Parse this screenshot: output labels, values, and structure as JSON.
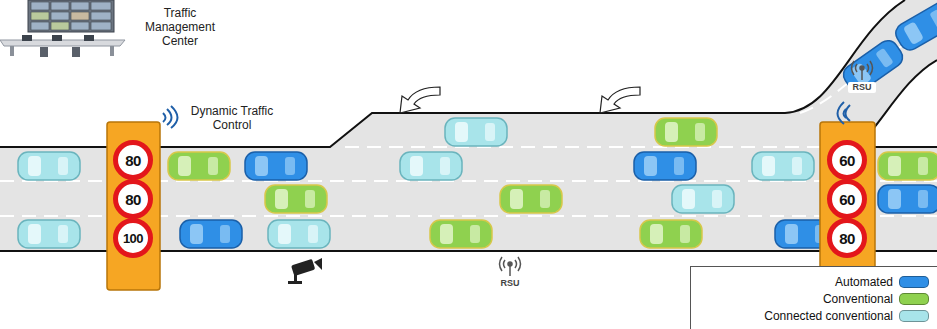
{
  "diagram": {
    "nodes": [
      {
        "text": [
          "80"
        ]
      },
      {
        "text": [
          "80"
        ]
      },
      {
        "text": [
          "100"
        ]
      },
      {
        "text": [
          "60"
        ]
      },
      {
        "text": [
          "60"
        ]
      },
      {
        "text": [
          "80"
        ]
      }
    ],
    "edges": [],
    "labels": [
      "Traffic Management Center",
      "Dynamic Traffic Control",
      "RSU",
      "RSU"
    ],
    "legend": [
      {
        "text": "Automated",
        "color": "#2f8fe6"
      },
      {
        "text": "Conventional",
        "color": "#8fd14f"
      },
      {
        "text": "Connected conventional",
        "color": "#a8e4ea"
      }
    ]
  }
}
